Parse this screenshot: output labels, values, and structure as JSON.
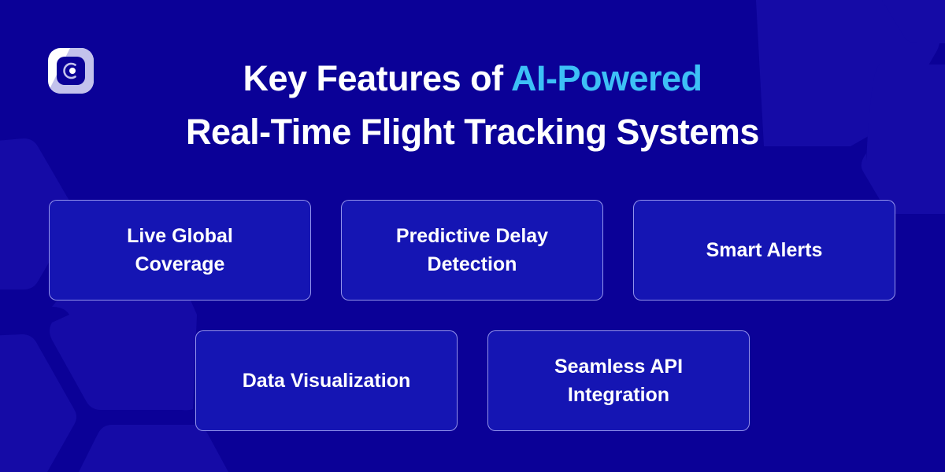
{
  "logo": {
    "icon": "c-badge-logo-icon"
  },
  "title": {
    "line1_prefix": "Key Features of ",
    "line1_accent": "AI-Powered",
    "line2": "Real-Time Flight Tracking Systems"
  },
  "features": [
    {
      "label": "Live Global Coverage"
    },
    {
      "label": "Predictive Delay Detection"
    },
    {
      "label": "Smart Alerts"
    },
    {
      "label": "Data Visualization"
    },
    {
      "label": "Seamless API Integration"
    }
  ],
  "colors": {
    "background": "#0b0197",
    "hex_shape": "#150ba6",
    "card_fill": "#1515b3",
    "card_border": "#bebeff",
    "accent": "#3dc0f6",
    "text": "#ffffff"
  }
}
